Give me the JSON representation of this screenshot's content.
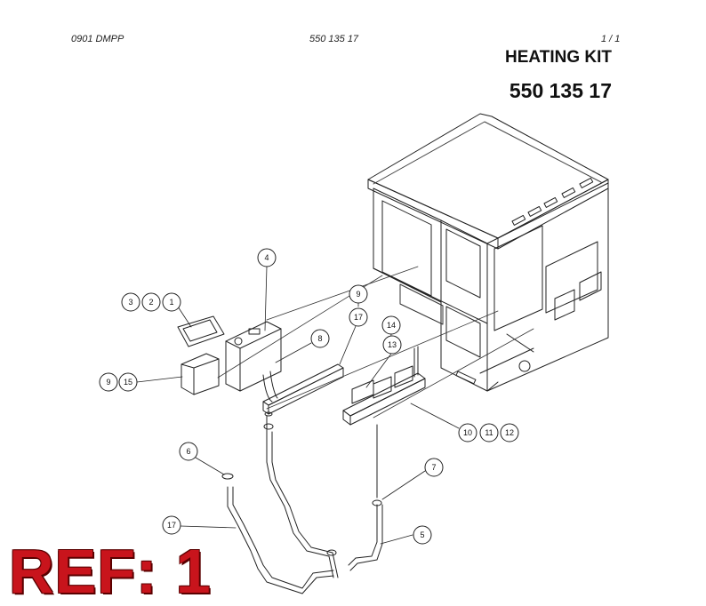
{
  "header": {
    "doc_code": "0901 DMPP",
    "part_number": "550 135 17",
    "page": "1 /   1"
  },
  "title": {
    "kit_name": "HEATING KIT",
    "kit_number": "550 135 17"
  },
  "ref": "REF: 1",
  "callouts": [
    {
      "label": "1"
    },
    {
      "label": "2"
    },
    {
      "label": "3"
    },
    {
      "label": "4"
    },
    {
      "label": "9"
    },
    {
      "label": "15"
    },
    {
      "label": "8"
    },
    {
      "label": "9"
    },
    {
      "label": "17"
    },
    {
      "label": "14"
    },
    {
      "label": "13"
    },
    {
      "label": "10"
    },
    {
      "label": "11"
    },
    {
      "label": "12"
    },
    {
      "label": "6"
    },
    {
      "label": "7"
    },
    {
      "label": "17"
    },
    {
      "label": "5"
    }
  ]
}
